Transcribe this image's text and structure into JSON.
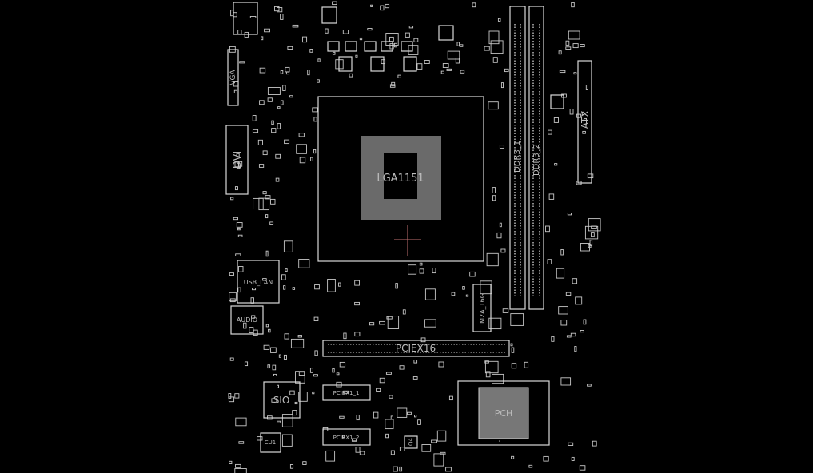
{
  "board": {
    "background": "#000000",
    "outline_color": "#d8d8d8",
    "crosshair_color": "#c07070",
    "components": {
      "vga": "VGA",
      "dvi": "DVI",
      "cpu_socket": "LGA1151",
      "ddr_1": "DDR3_1",
      "ddr_2": "DDR3_2",
      "atx": "ATX",
      "usb_lan": "USB_LAN",
      "audio": "AUDIO",
      "m2": "M2A_16G",
      "pciex16": "PCIEX16",
      "sio": "SIO",
      "pciex1_1": "PCIEX1_1",
      "pciex1_2": "PCIEX1_2",
      "pch": "PCH",
      "cu1": "CU1",
      "q4": "Q4"
    }
  }
}
